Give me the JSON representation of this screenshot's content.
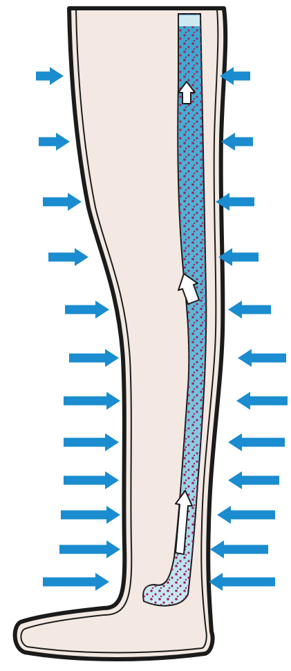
{
  "diagram": {
    "kind": "leg-compression-illustration",
    "colors": {
      "background": "#ffffff",
      "skin": "#f3e9e2",
      "outline": "#1b1b1b",
      "vein_fill": "#5fb9d8",
      "vein_light": "#bfe3ef",
      "blood_cell": "#a0245c",
      "pressure_arrow": "#1a8ccf",
      "flow_arrow_fill": "#ffffff"
    },
    "pressure_arrows": {
      "left_icon": "arrow-right-icon",
      "right_icon": "arrow-left-icon",
      "count_per_side": 12
    },
    "flow_arrows": {
      "icon": "arrow-up-icon",
      "count": 3
    }
  }
}
